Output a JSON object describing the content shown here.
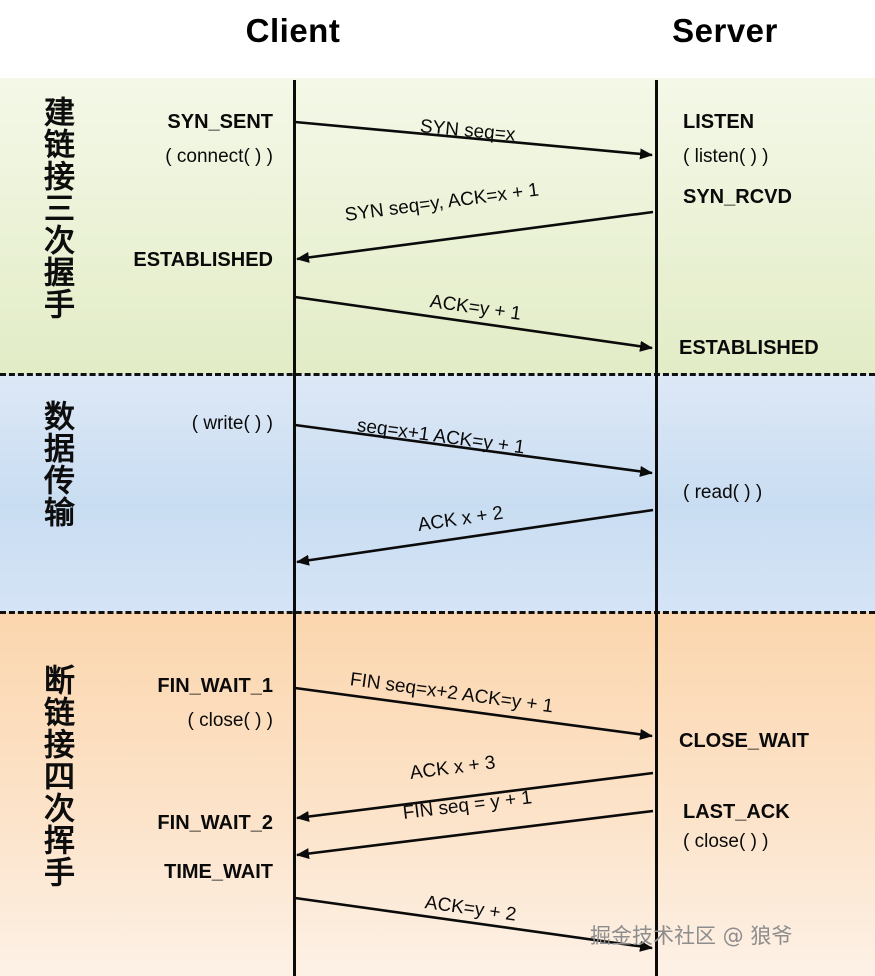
{
  "headers": {
    "client": "Client",
    "server": "Server"
  },
  "phases": [
    {
      "id": "handshake",
      "label": "建链接三次握手",
      "color": "#e2ecc6"
    },
    {
      "id": "transfer",
      "label": "数据传输",
      "color": "#c9ddf2"
    },
    {
      "id": "teardown",
      "label": "断链接四次挥手",
      "color": "#fbd6ae"
    }
  ],
  "client_states": {
    "syn_sent": "SYN_SENT",
    "syn_sent_call": "( connect( ) )",
    "established": "ESTABLISHED",
    "write_call": "( write( ) )",
    "fin_wait_1": "FIN_WAIT_1",
    "fin_wait_1_call": "( close( ) )",
    "fin_wait_2": "FIN_WAIT_2",
    "time_wait": "TIME_WAIT"
  },
  "server_states": {
    "listen": "LISTEN",
    "listen_call": "( listen( ) )",
    "syn_rcvd": "SYN_RCVD",
    "established": "ESTABLISHED",
    "read_call": "( read( ) )",
    "close_wait": "CLOSE_WAIT",
    "last_ack": "LAST_ACK",
    "last_ack_call": "( close( ) )"
  },
  "messages": {
    "m1": "SYN seq=x",
    "m2": "SYN seq=y, ACK=x + 1",
    "m3": "ACK=y + 1",
    "m4": "seq=x+1 ACK=y + 1",
    "m5": "ACK x + 2",
    "m6": "FIN seq=x+2 ACK=y + 1",
    "m7": "ACK x + 3",
    "m8": "FIN seq = y + 1",
    "m9": "ACK=y + 2"
  },
  "watermark": "掘金技术社区 @ 狼爷",
  "chart_data": {
    "type": "diagram",
    "title": "TCP three-way handshake, data transfer and four-way teardown",
    "lifelines": [
      "Client",
      "Server"
    ],
    "sequence": [
      {
        "phase": "建链接三次握手",
        "from": "Client",
        "to": "Server",
        "label": "SYN seq=x"
      },
      {
        "phase": "建链接三次握手",
        "from": "Server",
        "to": "Client",
        "label": "SYN seq=y, ACK=x + 1"
      },
      {
        "phase": "建链接三次握手",
        "from": "Client",
        "to": "Server",
        "label": "ACK=y + 1"
      },
      {
        "phase": "数据传输",
        "from": "Client",
        "to": "Server",
        "label": "seq=x+1 ACK=y + 1"
      },
      {
        "phase": "数据传输",
        "from": "Server",
        "to": "Client",
        "label": "ACK x + 2"
      },
      {
        "phase": "断链接四次挥手",
        "from": "Client",
        "to": "Server",
        "label": "FIN seq=x+2 ACK=y + 1"
      },
      {
        "phase": "断链接四次挥手",
        "from": "Server",
        "to": "Client",
        "label": "ACK x + 3"
      },
      {
        "phase": "断链接四次挥手",
        "from": "Server",
        "to": "Client",
        "label": "FIN seq = y + 1"
      },
      {
        "phase": "断链接四次挥手",
        "from": "Client",
        "to": "Server",
        "label": "ACK=y + 2"
      }
    ]
  }
}
